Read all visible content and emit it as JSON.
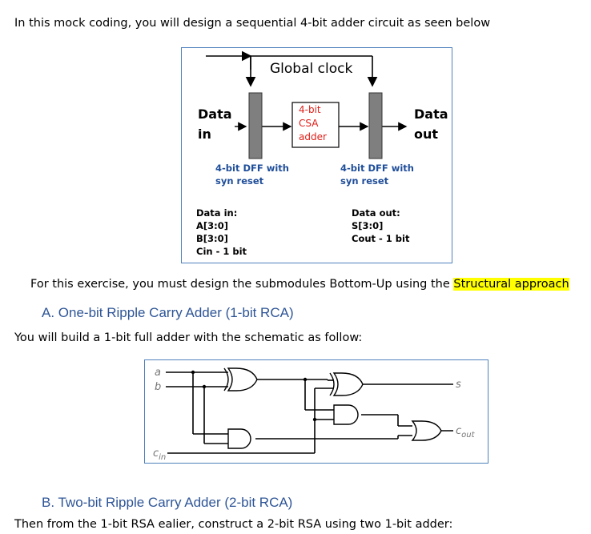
{
  "intro": "In this mock coding, you will design a sequential 4-bit adder circuit as seen below",
  "figure1": {
    "clock_label": "Global clock",
    "data_in": [
      "Data",
      "in"
    ],
    "data_out": [
      "Data",
      "out"
    ],
    "csa": [
      "4-bit",
      "CSA",
      "adder"
    ],
    "dff_left": [
      "4-bit DFF with",
      "syn reset"
    ],
    "dff_right": [
      "4-bit DFF with",
      "syn reset"
    ],
    "data_in_ports": [
      "Data in:",
      "A[3:0]",
      "B[3:0]",
      "Cin - 1 bit"
    ],
    "data_out_ports": [
      "Data out:",
      "S[3:0]",
      "Cout - 1 bit"
    ]
  },
  "instruction": {
    "prefix": "For this exercise, you must design the submodules Bottom-Up using the ",
    "highlight": "Structural approach"
  },
  "section_a": {
    "heading": "A. One-bit Ripple Carry Adder (1-bit RCA)",
    "text": "You will build a 1-bit full adder with the schematic as follow:"
  },
  "figure2": {
    "in_a": "a",
    "in_b": "b",
    "in_cin": "c",
    "in_cin_sub": "in",
    "out_s": "s",
    "out_cout": "c",
    "out_cout_sub": "out"
  },
  "section_b": {
    "heading": "B. Two-bit Ripple Carry Adder (2-bit RCA)",
    "text": "Then from the 1-bit RSA ealier, construct a 2-bit RSA using two 1-bit adder:"
  },
  "colors": {
    "heading": "#2e5597",
    "figure_border": "#4f81bd",
    "dff_fill": "#7f7f7f",
    "csa_text": "#e0201a",
    "annotation_blue": "#1f4e9a",
    "highlight": "#ffff00"
  }
}
